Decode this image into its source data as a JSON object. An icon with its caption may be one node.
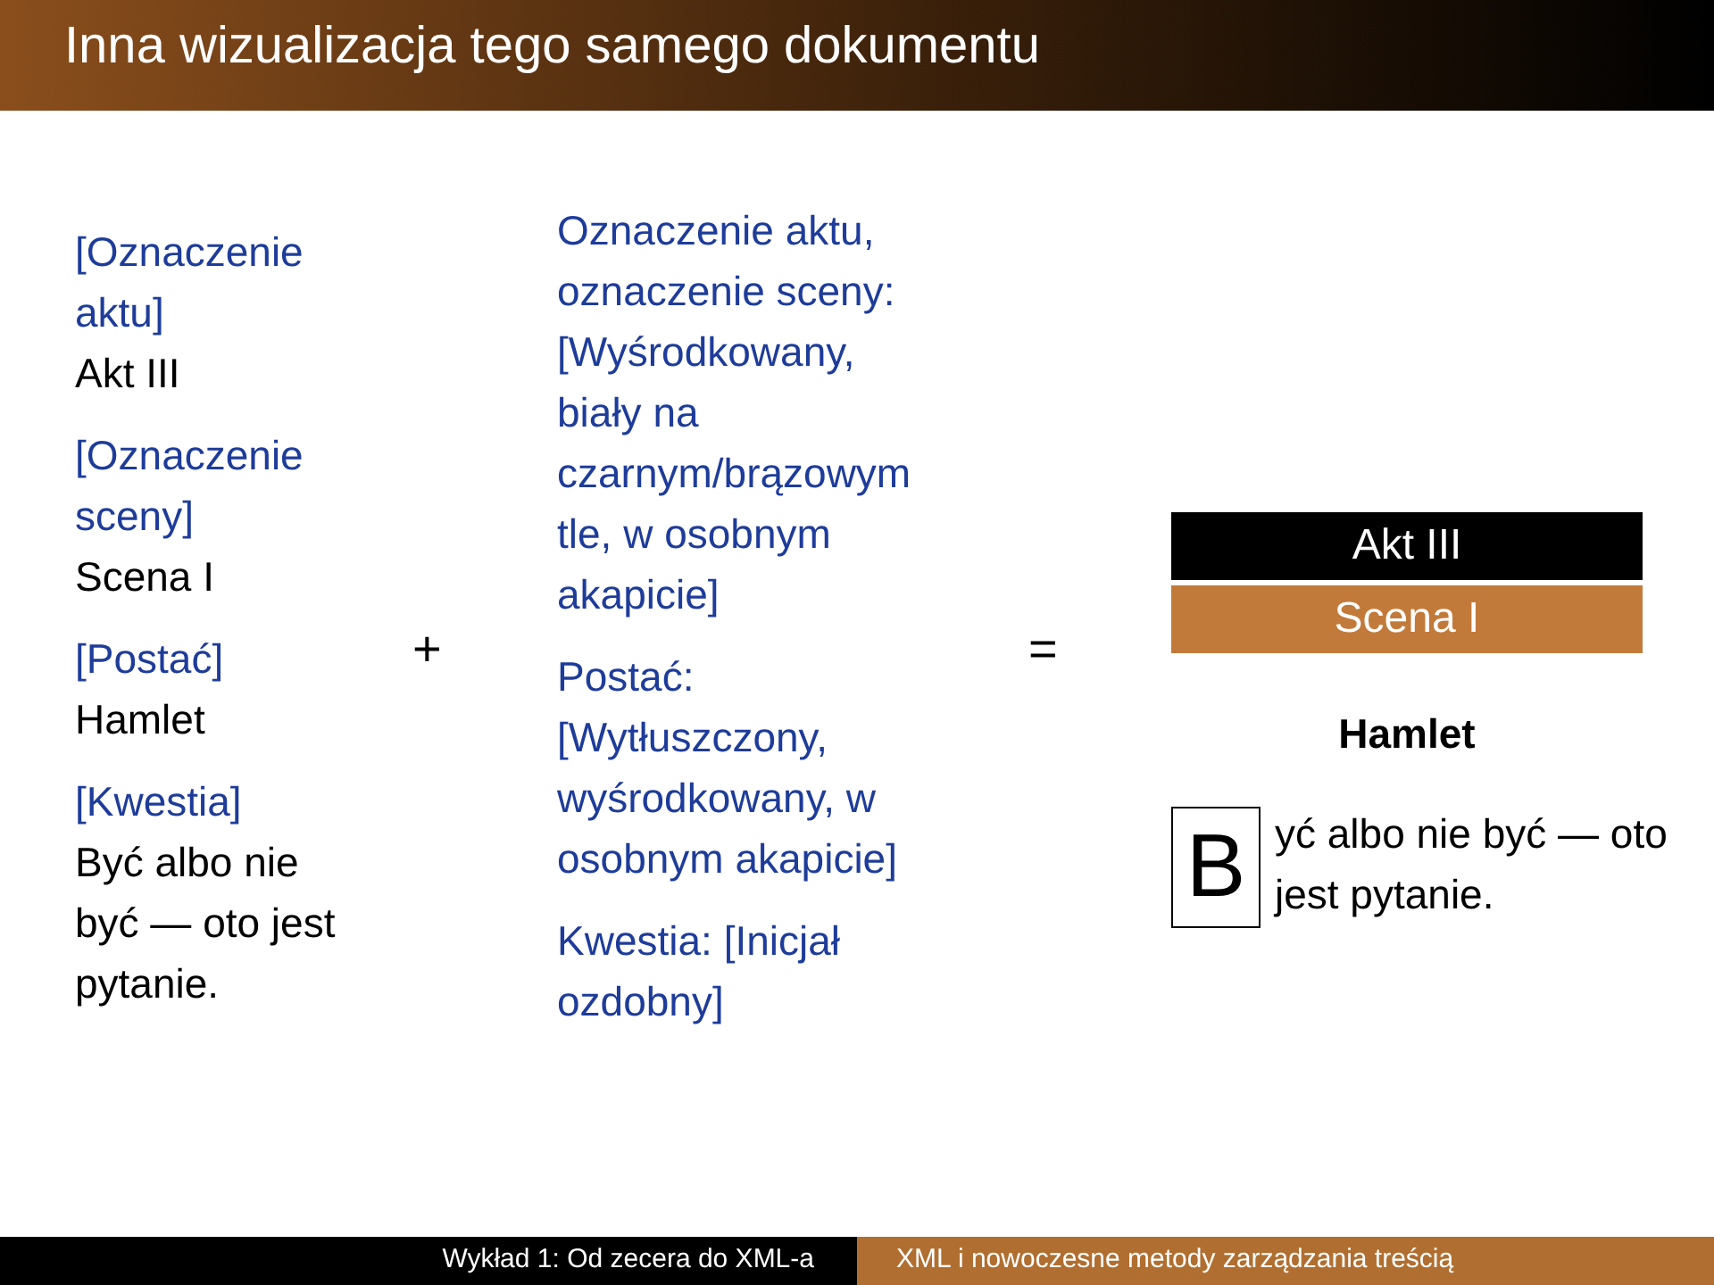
{
  "diagram": {
    "title": "Inna wizualizacja tego samego dokumentu",
    "nodes": [
      {
        "text": [
          "Akt III"
        ]
      },
      {
        "text": [
          "Scena I"
        ]
      },
      {
        "text": [
          "B"
        ]
      }
    ],
    "labels": [
      "[Oznaczenie aktu]",
      "Akt III",
      "[Oznaczenie sceny]",
      "Scena I",
      "[Postać]",
      "Hamlet",
      "[Kwestia]",
      "Być albo nie być — oto jest pytanie.",
      "+",
      "Oznaczenie aktu, oznaczenie sceny: [Wyśrodkowany, biały na czarnym/brązowym tle, w osobnym akapicie]",
      "Postać: [Wytłuszczony, wyśrodkowany, w osobnym akapicie]",
      "Kwestia: [Inicjał ozdobny]",
      "=",
      "Hamlet",
      "yć albo nie być — oto jest pytanie.",
      "Wykład 1: Od zecera do XML-a",
      "XML i nowoczesne metody zarządzania treścią"
    ]
  }
}
